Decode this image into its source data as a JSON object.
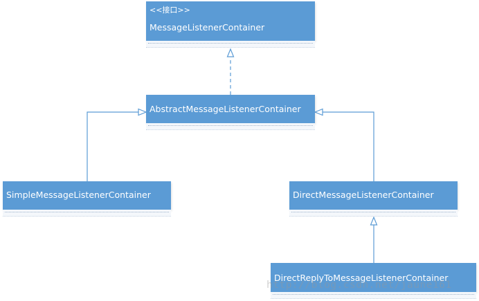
{
  "diagram": {
    "classes": {
      "listener_container": {
        "stereotype": "<<接口>>",
        "name": "MessageListenerContainer"
      },
      "abstract_container": {
        "name": "AbstractMessageListenerContainer"
      },
      "simple_container": {
        "name": "SimpleMessageListenerContainer"
      },
      "direct_container": {
        "name": "DirectMessageListenerContainer"
      },
      "direct_reply_container": {
        "name": "DirectReplyToMessageListenerContainer"
      }
    },
    "relations": [
      {
        "from": "AbstractMessageListenerContainer",
        "to": "MessageListenerContainer",
        "kind": "realization"
      },
      {
        "from": "SimpleMessageListenerContainer",
        "to": "AbstractMessageListenerContainer",
        "kind": "generalization"
      },
      {
        "from": "DirectMessageListenerContainer",
        "to": "AbstractMessageListenerContainer",
        "kind": "generalization"
      },
      {
        "from": "DirectReplyToMessageListenerContainer",
        "to": "DirectMessageListenerContainer",
        "kind": "generalization"
      }
    ],
    "colors": {
      "box": "#5b9bd5",
      "line": "#5b9bd5",
      "text": "#ffffff"
    }
  },
  "watermark": "http://blog.csdn.net/jaune161"
}
